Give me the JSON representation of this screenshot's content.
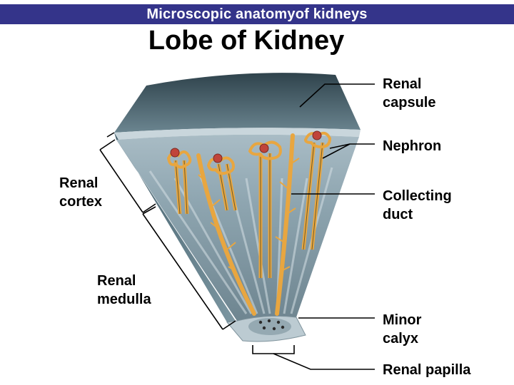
{
  "header": {
    "title": "Microscopic anatomyof kidneys"
  },
  "slide": {
    "title": "Lobe of Kidney"
  },
  "labels": {
    "renal_capsule": "Renal\ncapsule",
    "nephron": "Nephron",
    "collecting_duct": "Collecting\nduct",
    "minor_calyx": "Minor\ncalyx",
    "renal_papilla": "Renal papilla",
    "renal_cortex": "Renal\ncortex",
    "renal_medulla": "Renal\nmedulla"
  },
  "colors": {
    "header_bg": "#34348a",
    "tubule": "#e8a640",
    "glomerulus": "#c0443a",
    "capsule": "#3e5560",
    "tissue": "#8ca2ae"
  }
}
